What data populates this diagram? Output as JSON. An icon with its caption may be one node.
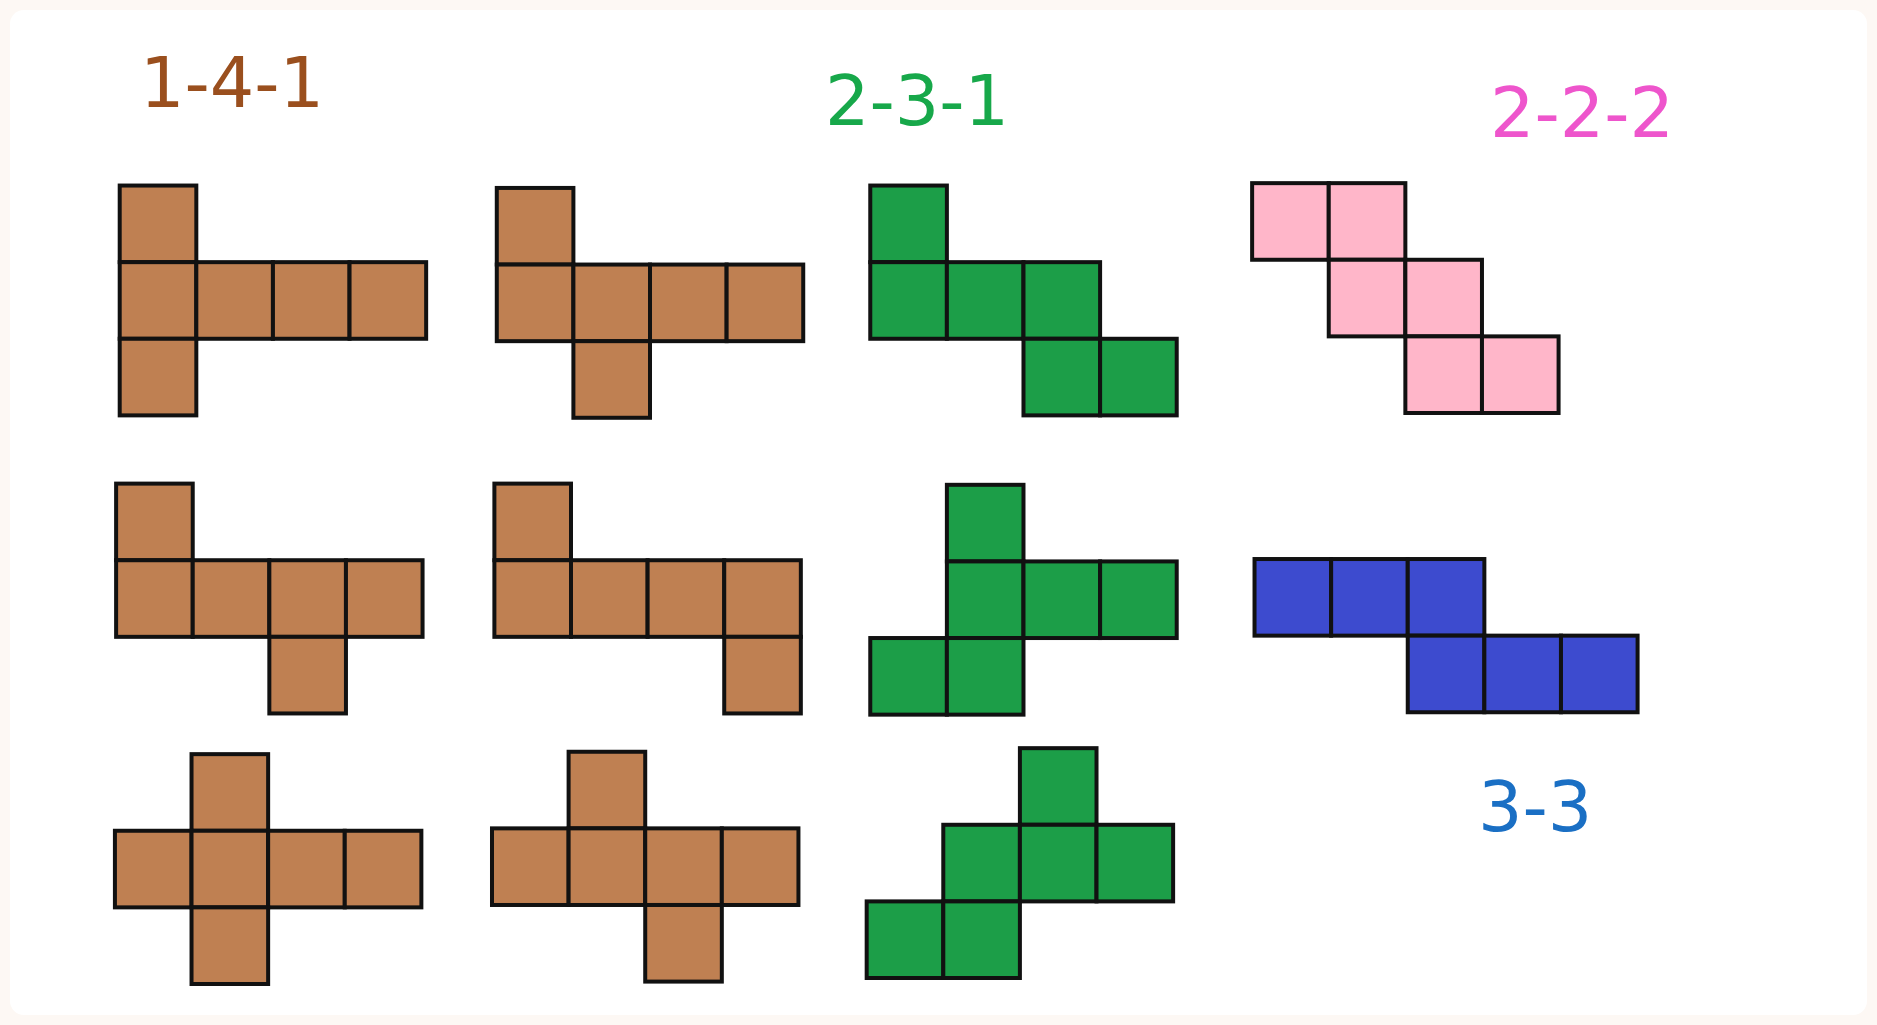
{
  "diagram": {
    "labels": [
      "1-4-1",
      "2-3-1",
      "2-2-2",
      "3-3"
    ]
  }
}
